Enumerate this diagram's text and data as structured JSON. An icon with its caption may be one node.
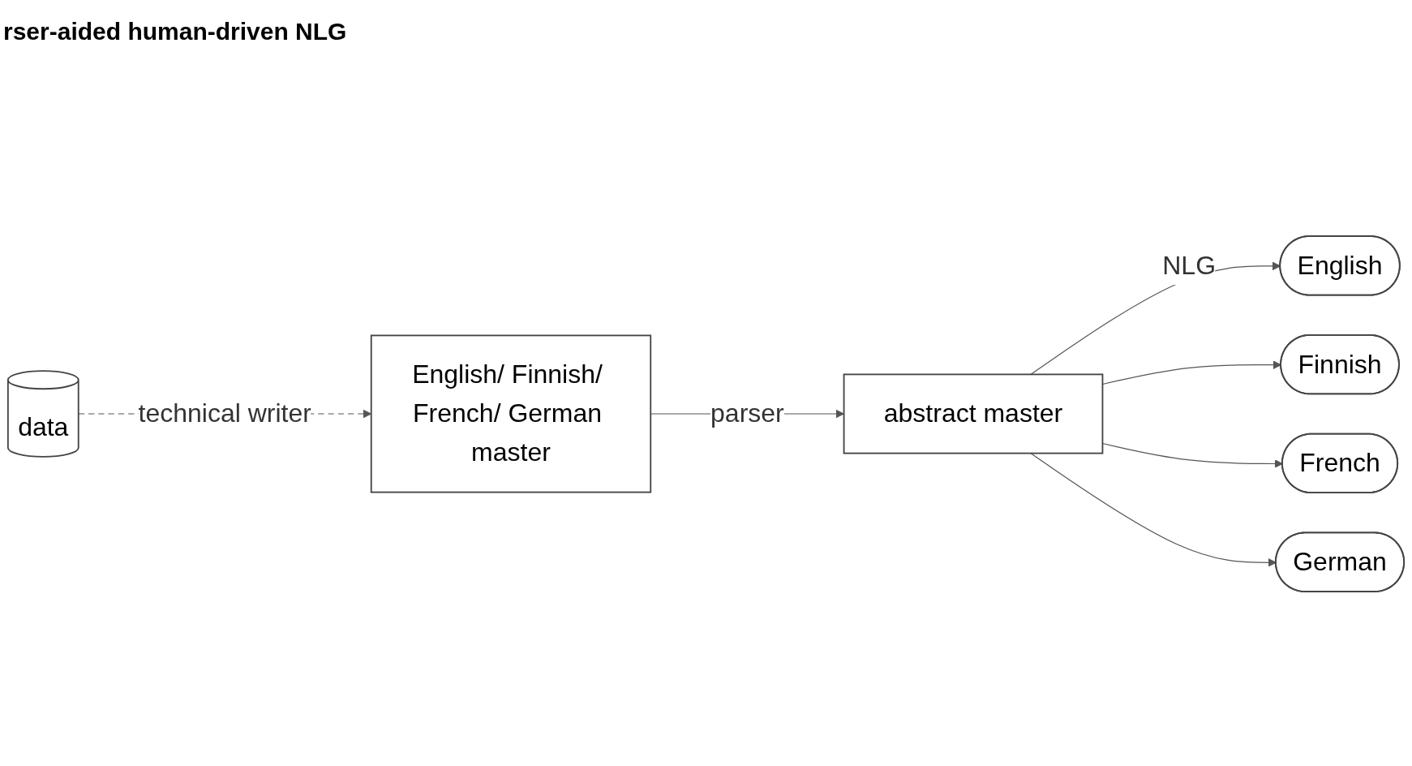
{
  "diagram": {
    "title": "rser-aided human-driven NLG",
    "nodes": [
      {
        "text": [
          "data"
        ]
      },
      {
        "text": [
          "English/ Finnish/ French/ German master"
        ]
      },
      {
        "text": [
          "abstract master"
        ]
      },
      {
        "text": [
          "English"
        ]
      },
      {
        "text": [
          "Finnish"
        ]
      },
      {
        "text": [
          "French"
        ]
      },
      {
        "text": [
          "German"
        ]
      }
    ],
    "edges": [
      {
        "from": 0,
        "to": 1,
        "arrow": "to",
        "label": "technical writer",
        "style": "dashed"
      },
      {
        "from": 1,
        "to": 2,
        "arrow": "to",
        "label": "parser"
      },
      {
        "from": 2,
        "to": 3,
        "arrow": "to",
        "label": "NLG"
      },
      {
        "from": 2,
        "to": 4,
        "arrow": "to"
      },
      {
        "from": 2,
        "to": 5,
        "arrow": "to"
      },
      {
        "from": 2,
        "to": 6,
        "arrow": "to"
      }
    ]
  }
}
